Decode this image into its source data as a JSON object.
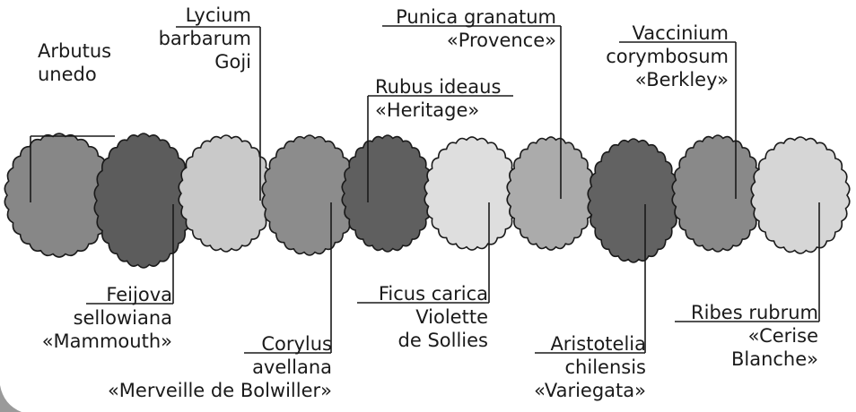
{
  "shrubs": [
    {
      "id": "arbutus",
      "color": "#878787"
    },
    {
      "id": "feijova",
      "color": "#5c5c5c"
    },
    {
      "id": "lycium",
      "color": "#c9c9c9"
    },
    {
      "id": "corylus",
      "color": "#8c8c8c"
    },
    {
      "id": "rubus",
      "color": "#5f5f5f"
    },
    {
      "id": "ficus",
      "color": "#dedede"
    },
    {
      "id": "punica",
      "color": "#ababab"
    },
    {
      "id": "aristotelia",
      "color": "#626262"
    },
    {
      "id": "vaccinium",
      "color": "#898989"
    },
    {
      "id": "ribes",
      "color": "#d6d6d6"
    }
  ],
  "labels": {
    "arbutus": [
      "Arbutus",
      "unedo"
    ],
    "lycium": [
      "Lycium",
      "barbarum",
      "Goji"
    ],
    "rubus": [
      "Rubus ideaus",
      "«Heritage»"
    ],
    "punica": [
      "Punica granatum",
      "«Provence»"
    ],
    "vaccinium": [
      "Vaccinium",
      "corymbosum",
      "«Berkley»"
    ],
    "feijova": [
      "Feijova",
      "sellowiana",
      "«Mammouth»"
    ],
    "corylus": [
      "Corylus",
      "avellana",
      "«Merveille de Bolwiller»"
    ],
    "ficus": [
      "Ficus carica",
      "Violette",
      "de Sollies"
    ],
    "aristotelia": [
      "Aristotelia",
      "chilensis",
      "«Variegata»"
    ],
    "ribes": [
      "Ribes rubrum",
      "«Cerise",
      "Blanche»"
    ]
  },
  "style": {
    "outline": "#1a1a1a",
    "background": "#ffffff",
    "page_corner": "#9a9a9a"
  }
}
